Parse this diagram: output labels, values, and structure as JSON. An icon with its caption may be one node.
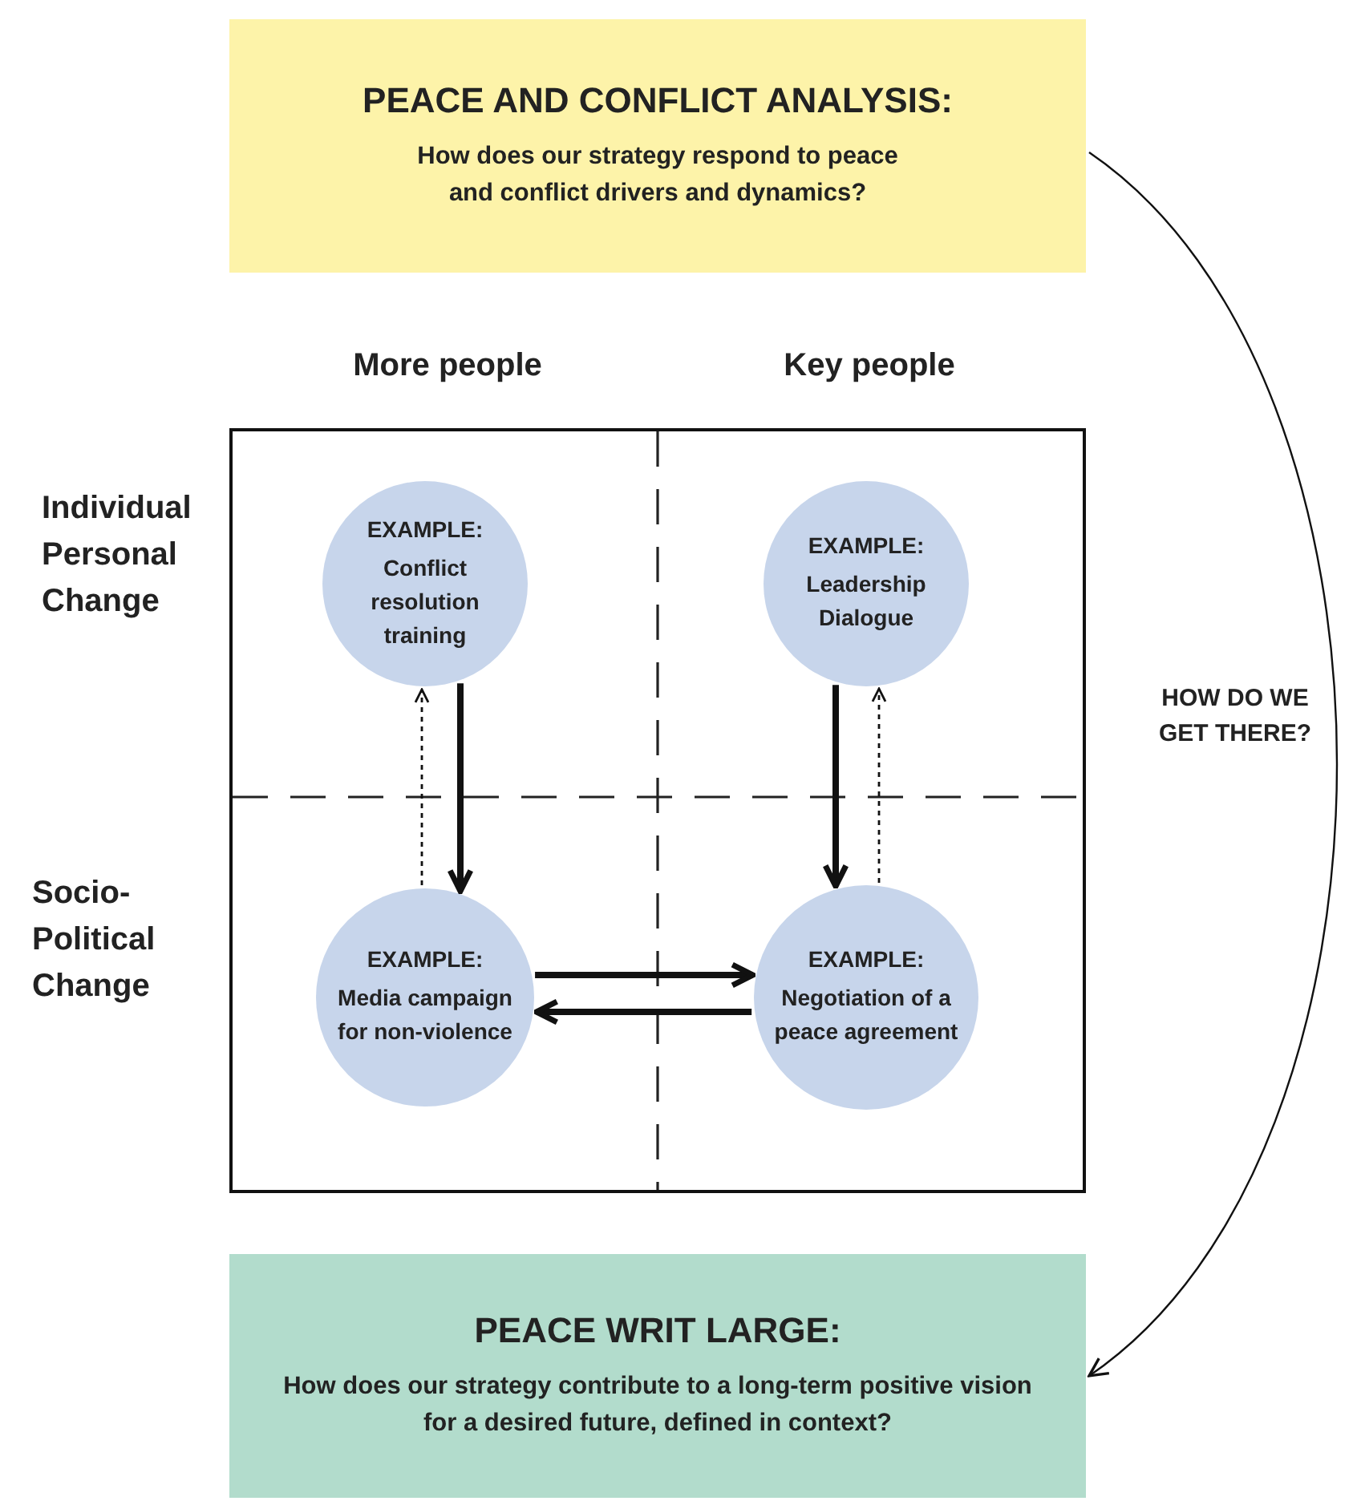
{
  "diagram": {
    "nodes": [
      {
        "text": [
          "PEACE AND CONFLICT ANALYSIS:",
          "How does our strategy respond to peace and conflict drivers and dynamics?"
        ]
      },
      {
        "text": [],
        "shape": "box"
      },
      {
        "text": [
          "EXAMPLE:",
          "Conflict resolution training"
        ],
        "in": 1
      },
      {
        "text": [
          "EXAMPLE:",
          "Leadership Dialogue"
        ],
        "in": 1
      },
      {
        "text": [
          "EXAMPLE:",
          "Media campaign for non-violence"
        ],
        "in": 1
      },
      {
        "text": [
          "EXAMPLE:",
          "Negotiation of a peace agreement"
        ],
        "in": 1
      },
      {
        "text": [
          "PEACE WRIT LARGE:",
          "How does our strategy contribute to a long-term positive vision for a desired future, defined in context?"
        ]
      }
    ],
    "edges": [
      {
        "from": 0,
        "to": 6,
        "arrow": "to",
        "label": "HOW DO WE GET THERE?"
      },
      {
        "from": 2,
        "to": 4,
        "arrow": "to"
      },
      {
        "from": 4,
        "to": 2,
        "arrow": "to",
        "style": "dashed"
      },
      {
        "from": 3,
        "to": 5,
        "arrow": "to"
      },
      {
        "from": 5,
        "to": 3,
        "arrow": "to",
        "style": "dashed"
      },
      {
        "from": 4,
        "to": 5,
        "arrow": "to"
      },
      {
        "from": 5,
        "to": 4,
        "arrow": "to"
      }
    ],
    "labels": [
      "More people",
      "Key people",
      "Individual Personal Change",
      "Socio-Political Change"
    ]
  }
}
